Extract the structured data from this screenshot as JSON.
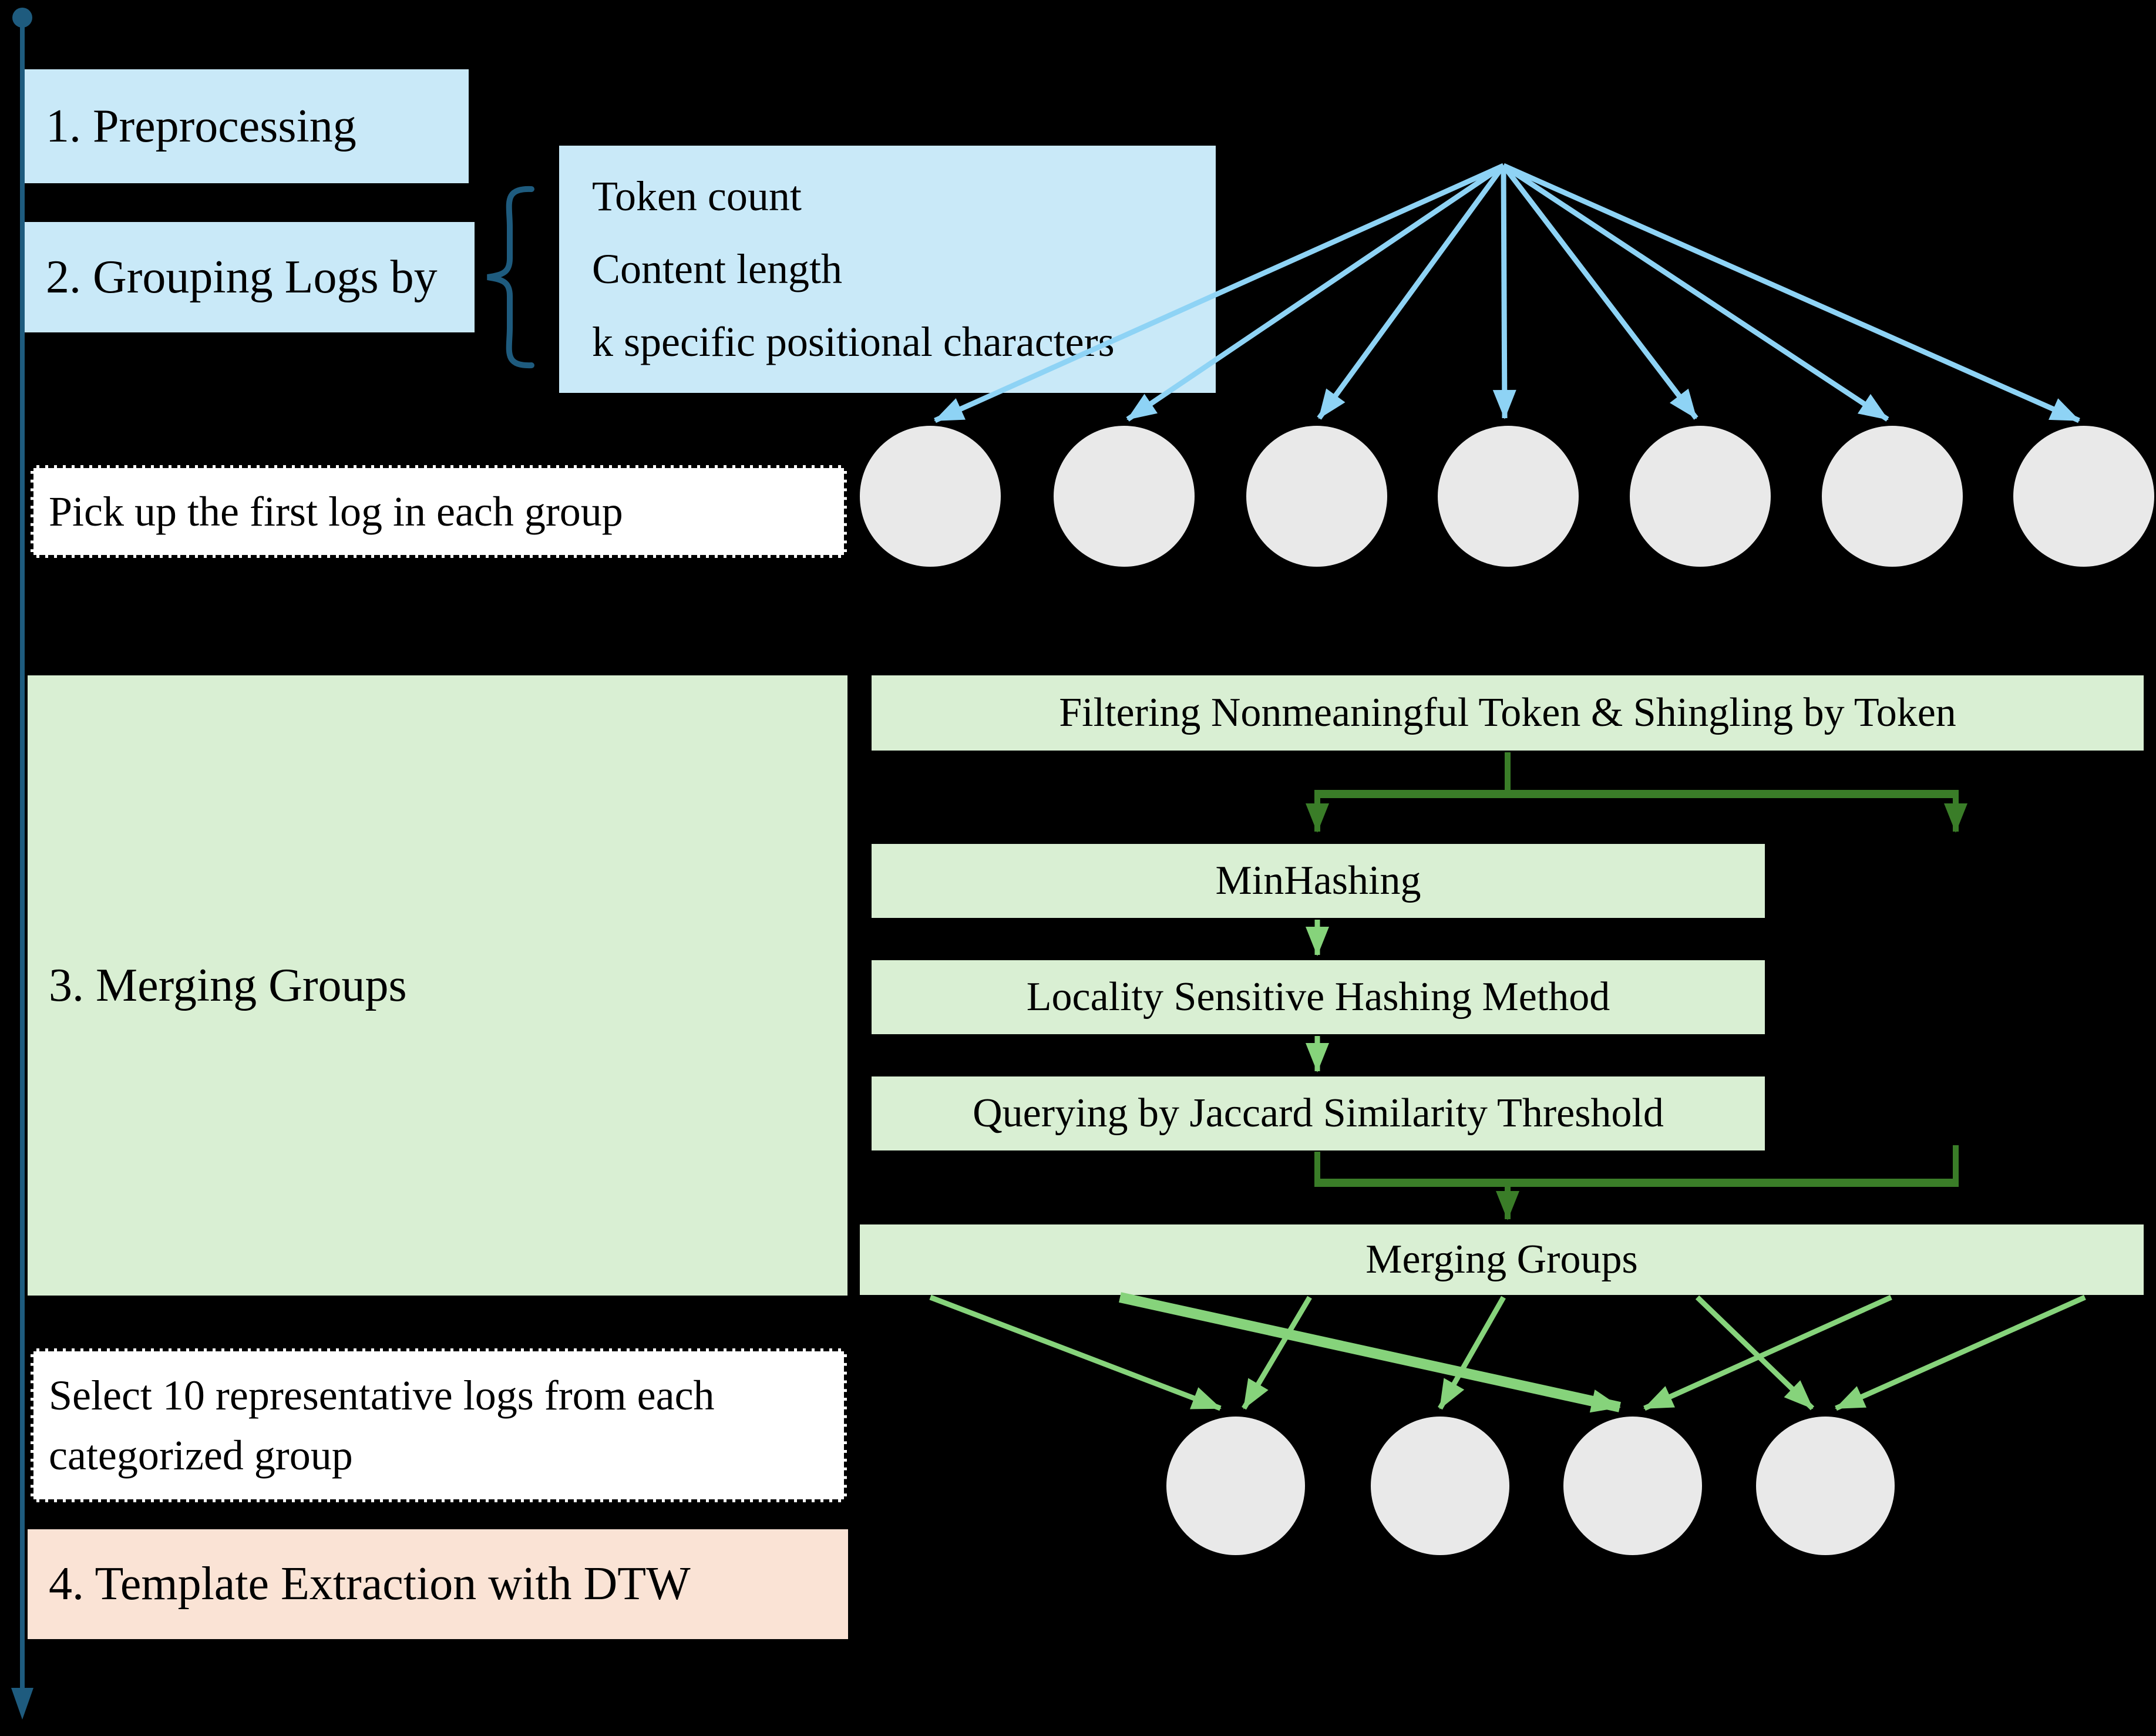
{
  "figure": {
    "title_hint": "Log template extraction pipeline flowchart",
    "steps": {
      "preprocessing": "1. Preprocessing",
      "grouping": "2. Grouping Logs by",
      "merging": "3. Merging Groups",
      "template_extraction": "4. Template Extraction with DTW"
    },
    "grouping_criteria": [
      "Token count",
      "Content length",
      "k specific positional characters"
    ],
    "notes": {
      "pick_first": "Pick up the first log in each group",
      "select_representative": "Select 10 representative logs from each categorized group"
    },
    "pipeline": {
      "filtering": "Filtering Nonmeaningful Token & Shingling by Token",
      "minhashing": "MinHashing",
      "lsh": "Locality Sensitive Hashing Method",
      "querying": "Querying by Jaccard Similarity Threshold",
      "merge": "Merging Groups"
    },
    "group_circle_count_top": 7,
    "group_circle_count_bottom": 4,
    "colors": {
      "background": "#000000",
      "step_box_blue": "#c9e9f8",
      "merge_panel_green": "#d9efd3",
      "template_box_peach": "#fae3d5",
      "note_box_white": "#ffffff",
      "timeline_teal": "#1e5b7e",
      "fan_arrow_blue": "#8ed3f5",
      "connector_dark_green": "#3a7d28",
      "arrow_light_green": "#86d37b",
      "group_circle_gray": "#e9e9e9"
    }
  }
}
